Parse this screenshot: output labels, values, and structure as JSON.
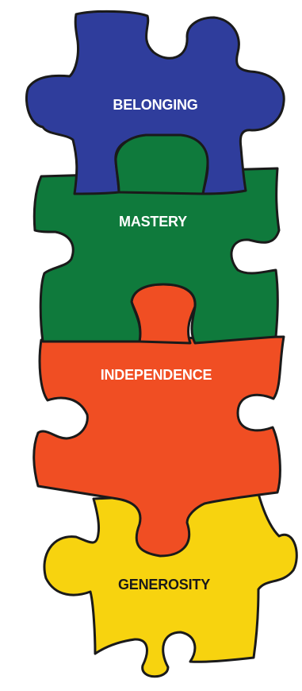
{
  "puzzle": {
    "pieces": [
      {
        "id": "belonging",
        "label": "BELONGING",
        "fill": "#2f3d9c",
        "text_color": "#ffffff"
      },
      {
        "id": "mastery",
        "label": "MASTERY",
        "fill": "#0f7a3c",
        "text_color": "#ffffff"
      },
      {
        "id": "independence",
        "label": "INDEPENDENCE",
        "fill": "#f04e23",
        "text_color": "#ffffff"
      },
      {
        "id": "generosity",
        "label": "GENEROSITY",
        "fill": "#f7d30f",
        "text_color": "#1a1a1a"
      }
    ]
  }
}
